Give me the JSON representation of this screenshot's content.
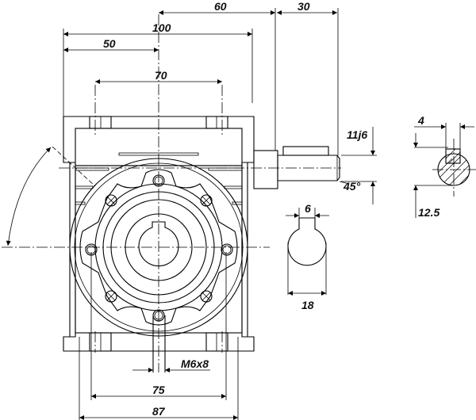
{
  "drawing": {
    "title": "Worm gearbox dimension drawing",
    "colors": {
      "line": "#000000",
      "background": "#ffffff"
    },
    "dimensions": {
      "shaft_offset": "60",
      "shaft_length": "30",
      "housing_width": "100",
      "half_width": "50",
      "top_bolt_spacing": "70",
      "shaft_tolerance": "11j6",
      "chamfer": "45°",
      "key_width_input": "4",
      "key_height_input": "12.5",
      "bore_key_width": "6",
      "bore_diameter": "18",
      "mount_thread": "M6x8",
      "bottom_bolt_spacing": "75",
      "base_width": "87"
    }
  }
}
